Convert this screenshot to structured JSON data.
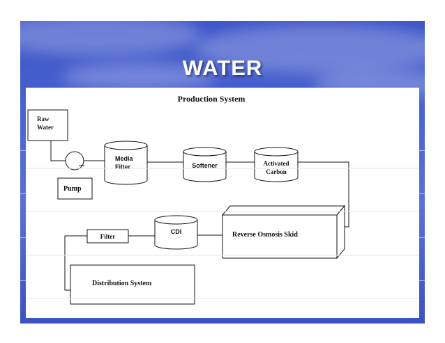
{
  "slide": {
    "title": "WATER"
  },
  "diagram": {
    "heading": "Production System",
    "nodes": {
      "raw_water": [
        "Raw",
        "Water"
      ],
      "pump": "Pump",
      "media_filter": [
        "Media",
        "Filter"
      ],
      "softener": "Softener",
      "activated_carbon": [
        "Activated",
        "Carbon"
      ],
      "reverse_osmosis": "Reverse Osmosis Skid",
      "cdi": "CDI",
      "filter": "Filter",
      "distribution": "Distribution System"
    }
  }
}
